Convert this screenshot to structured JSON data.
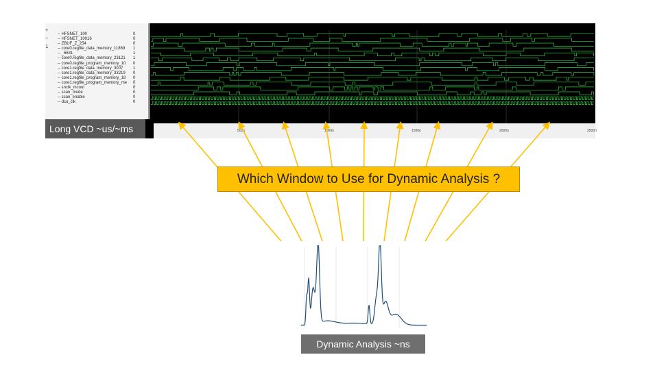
{
  "vcd": {
    "signals": [
      {
        "name": "HFSNET_100",
        "value": "0"
      },
      {
        "name": "HFSNET_10016",
        "value": "0"
      },
      {
        "name": "ZBUF_Z_254",
        "value": "0"
      },
      {
        "name": "core0.regfile_data_memory_11869",
        "value": "1"
      },
      {
        "name": "_5631_",
        "value": "1"
      },
      {
        "name": "core0.regfile_data_memory_23121",
        "value": "1"
      },
      {
        "name": "core0.regfile_program_memory_10",
        "value": "0"
      },
      {
        "name": "core1.regfile_data_memory_3007",
        "value": "1"
      },
      {
        "name": "core1.regfile_data_memory_33219",
        "value": "0"
      },
      {
        "name": "core1.regfile_program_memory_18",
        "value": "0"
      },
      {
        "name": "core1.regfile_program_memory_me",
        "value": "0"
      },
      {
        "name": "snclk_mcout",
        "value": "0"
      },
      {
        "name": "scan_mode",
        "value": "0"
      },
      {
        "name": "scan_enable",
        "value": "0"
      },
      {
        "name": "dco_clk",
        "value": "0"
      }
    ],
    "timeline_labels": [
      "500n",
      "1000n",
      "1500n",
      "2000n",
      "2500n"
    ],
    "label": "Long VCD ~us/~ms"
  },
  "question": "Which Window to Use for Dynamic Analysis ?",
  "dynamic": {
    "label": "Dynamic Analysis ~ns"
  },
  "colors": {
    "waveform": "#2ecc40",
    "arrow": "#ffc000",
    "curve": "#1f4e79"
  }
}
